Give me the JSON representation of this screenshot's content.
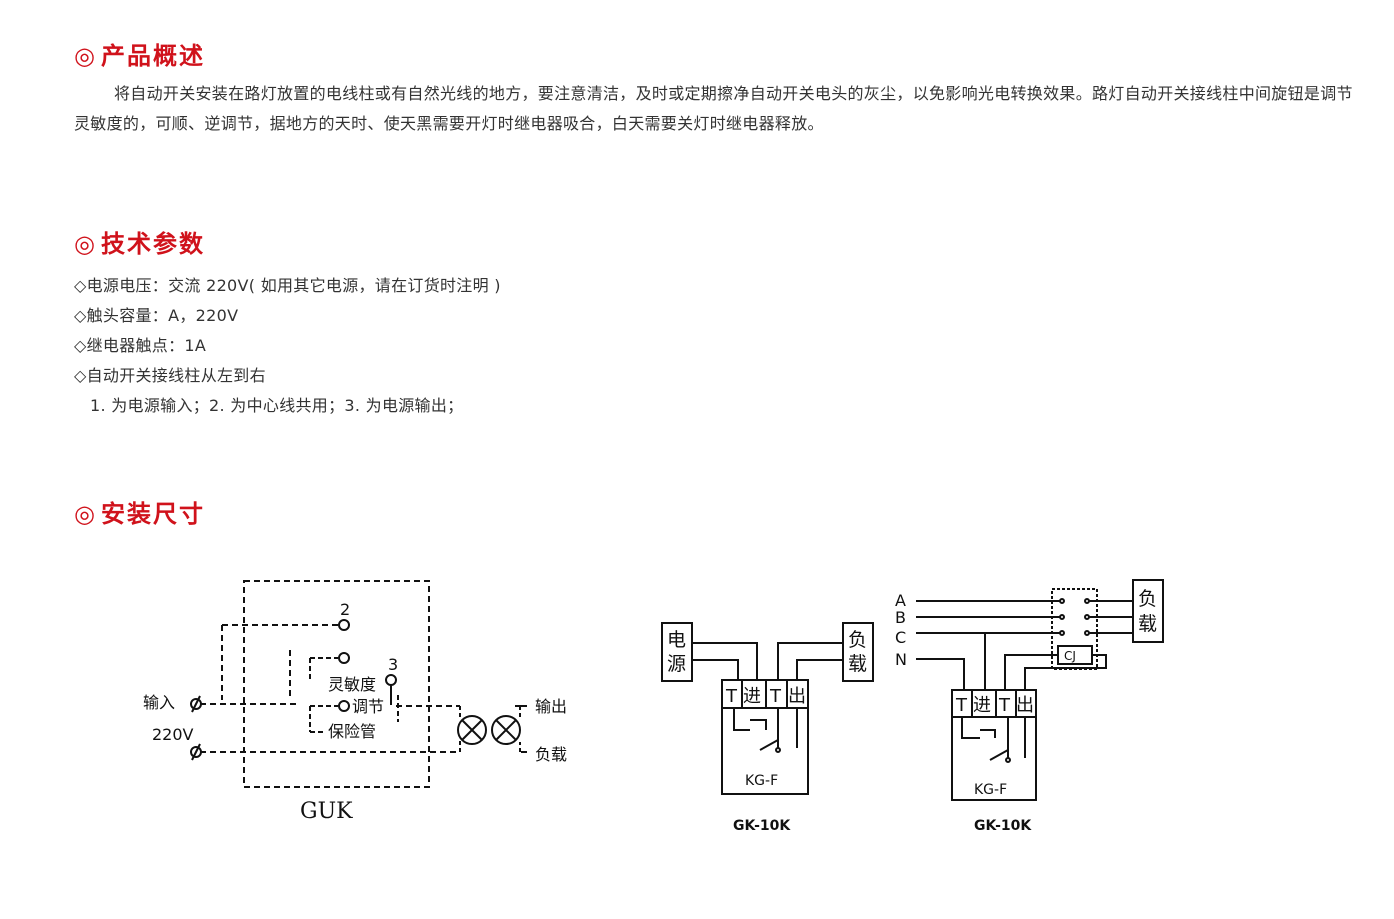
{
  "section1": {
    "marker": "◎",
    "title": "产品概述",
    "paragraph": "将自动开关安装在路灯放置的电线柱或有自然光线的地方，要注意清洁，及时或定期擦净自动开关电头的灰尘，以免影响光电转换效果。路灯自动开关接线柱中间旋钮是调节灵敏度的，可顺、逆调节，据地方的天时、使天黑需要开灯时继电器吸合，白天需要关灯时继电器释放。"
  },
  "section2": {
    "marker": "◎",
    "title": "技术参数",
    "specs": [
      "◇电源电压：交流 220V( 如用其它电源，请在订货时注明 )",
      "◇触头容量：A，220V",
      "◇继电器触点：1A",
      "◇自动开关接线柱从左到右"
    ],
    "sub_line": "1. 为电源输入；2. 为中心线共用；3. 为电源输出；"
  },
  "section3": {
    "marker": "◎",
    "title": "安装尺寸"
  },
  "diagram1": {
    "label_input": "输入",
    "label_voltage": "220V",
    "label_output": "输出",
    "label_load": "负载",
    "label_sensitivity": "灵敏度",
    "label_adjust": "调节",
    "label_fuse": "保险管",
    "terminal_2": "2",
    "terminal_3": "3",
    "model": "GUK"
  },
  "diagram2": {
    "power": [
      "电",
      "源"
    ],
    "load": [
      "负",
      "载"
    ],
    "terminals": [
      "T",
      "进",
      "T",
      "出"
    ],
    "box_label": "KG-F",
    "model": "GK-10K"
  },
  "diagram3": {
    "phases": [
      "A",
      "B",
      "C",
      "N"
    ],
    "load": [
      "负",
      "载"
    ],
    "contactor": "CJ",
    "terminals": [
      "T",
      "进",
      "T",
      "出"
    ],
    "box_label": "KG-F",
    "model": "GK-10K"
  }
}
